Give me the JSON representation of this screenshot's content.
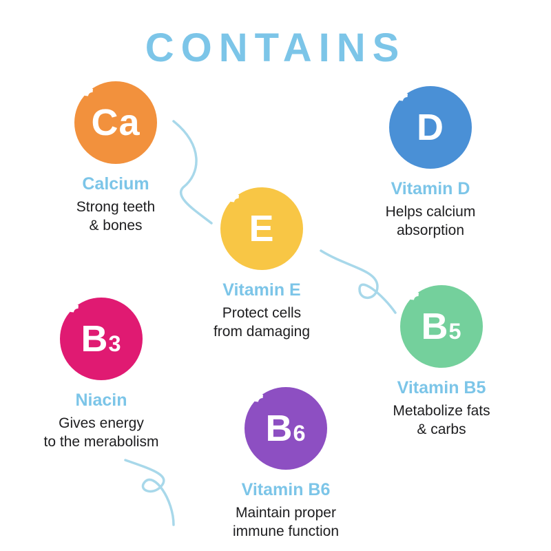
{
  "title": "CONTAINS",
  "colors": {
    "title": "#7cc5e8",
    "label": "#7cc5e8",
    "description": "#1d1d1f",
    "squiggle": "#a8d8ea"
  },
  "items": [
    {
      "symbol": "Ca",
      "symbol_sub": "",
      "label": "Calcium",
      "description": "Strong teeth\n& bones",
      "color": "#f2913d"
    },
    {
      "symbol": "D",
      "symbol_sub": "",
      "label": "Vitamin D",
      "description": "Helps calcium\nabsorption",
      "color": "#4a90d6"
    },
    {
      "symbol": "E",
      "symbol_sub": "",
      "label": "Vitamin E",
      "description": "Protect cells\nfrom damaging",
      "color": "#f8c645"
    },
    {
      "symbol": "B",
      "symbol_sub": "3",
      "label": "Niacin",
      "description": "Gives energy\nto the merabolism",
      "color": "#e01a72"
    },
    {
      "symbol": "B",
      "symbol_sub": "5",
      "label": "Vitamin B5",
      "description": "Metabolize fats\n& carbs",
      "color": "#74d09c"
    },
    {
      "symbol": "B",
      "symbol_sub": "6",
      "label": "Vitamin B6",
      "description": "Maintain proper\nimmune function",
      "color": "#8d4fc2"
    }
  ]
}
